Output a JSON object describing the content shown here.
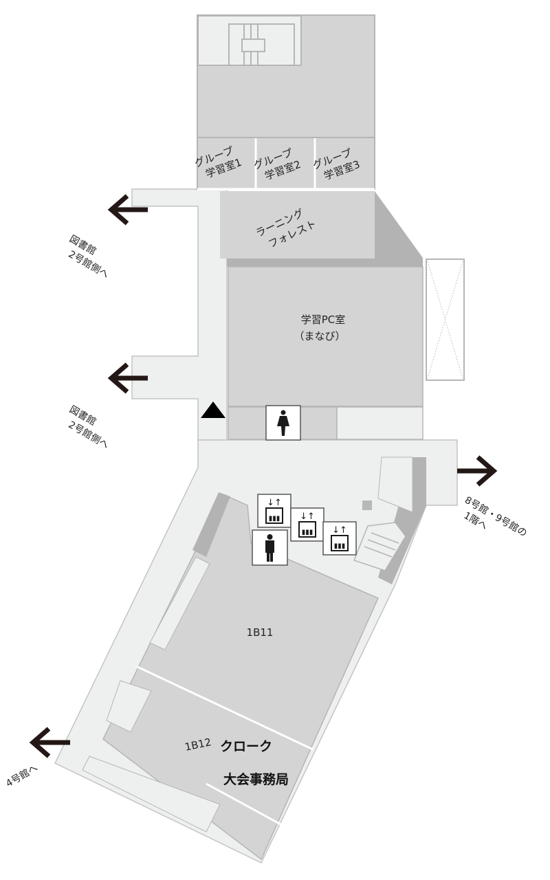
{
  "colors": {
    "floor": "#eeefef",
    "room": "#d4d4d4",
    "wall": "#b5b5b5",
    "shadow": "#b3b3b3",
    "icon": "#1a1a1a"
  },
  "rooms": {
    "group1": {
      "line1": "グループ",
      "line2": "学習室1"
    },
    "group2": {
      "line1": "グループ",
      "line2": "学習室2"
    },
    "group3": {
      "line1": "グループ",
      "line2": "学習室3"
    },
    "learning_forest": {
      "line1": "ラーニング",
      "line2": "フォレスト"
    },
    "pc_room": {
      "line1": "学習PC室",
      "line2": "（まなび）"
    },
    "room_1b11": "1B11",
    "room_1b12": "1B12",
    "cloak": "クローク",
    "office": "大会事務局"
  },
  "directions": {
    "library_top": {
      "line1": "図書館",
      "line2": "2号館側へ"
    },
    "library_mid": {
      "line1": "図書館",
      "line2": "2号館側へ"
    },
    "bldg89": {
      "line1": "8号館・9号館の",
      "line2": "1階へ"
    },
    "bldg4": "4号館へ"
  },
  "icons": [
    "left-arrow",
    "right-arrow",
    "womens-restroom",
    "mens-restroom",
    "elevator",
    "stairs",
    "you-are-here-triangle"
  ]
}
